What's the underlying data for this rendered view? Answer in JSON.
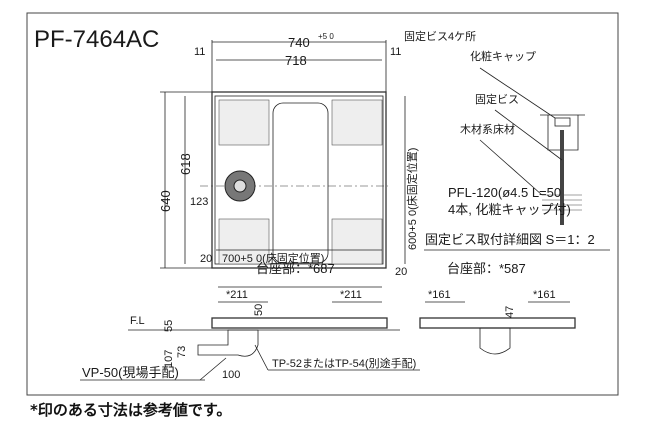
{
  "title": "PF-7464AC",
  "plan": {
    "dim_width_total": "740",
    "dim_width_tol": "+5 0",
    "dim_width_inner": "718",
    "dim_margin": "11",
    "dim_height_total": "640",
    "dim_height_inner": "618",
    "dim_drain_offset": "123",
    "dim_edge": "20",
    "floor_fix_width": "700+5 0(床固定位置)",
    "floor_fix_height": "600+5 0(床固定位置)",
    "screw_note": "固定ビス4ケ所"
  },
  "detail": {
    "cap_label": "化粧キャップ",
    "screw_label": "固定ビス",
    "floor_label": "木材系床材",
    "spec_line1": "PFL-120(ø4.5 L=50",
    "spec_line2": "4本, 化粧キャップ付)",
    "caption": "固定ビス取付詳細図 S＝1：2"
  },
  "section_left": {
    "base": "台座部：*687",
    "dim_a": "*211",
    "dim_b": "*211",
    "dim_50": "50",
    "fl": "F.L",
    "dim_55": "55",
    "dim_107": "107",
    "dim_73": "73",
    "dim_100": "100",
    "pipe": "VP-50(現場手配)",
    "trap": "TP-52またはTP-54(別途手配)"
  },
  "section_right": {
    "base": "台座部：*587",
    "dim_a": "*161",
    "dim_b": "*161",
    "dim_47": "47"
  },
  "footer": "*印のある寸法は参考値です。"
}
